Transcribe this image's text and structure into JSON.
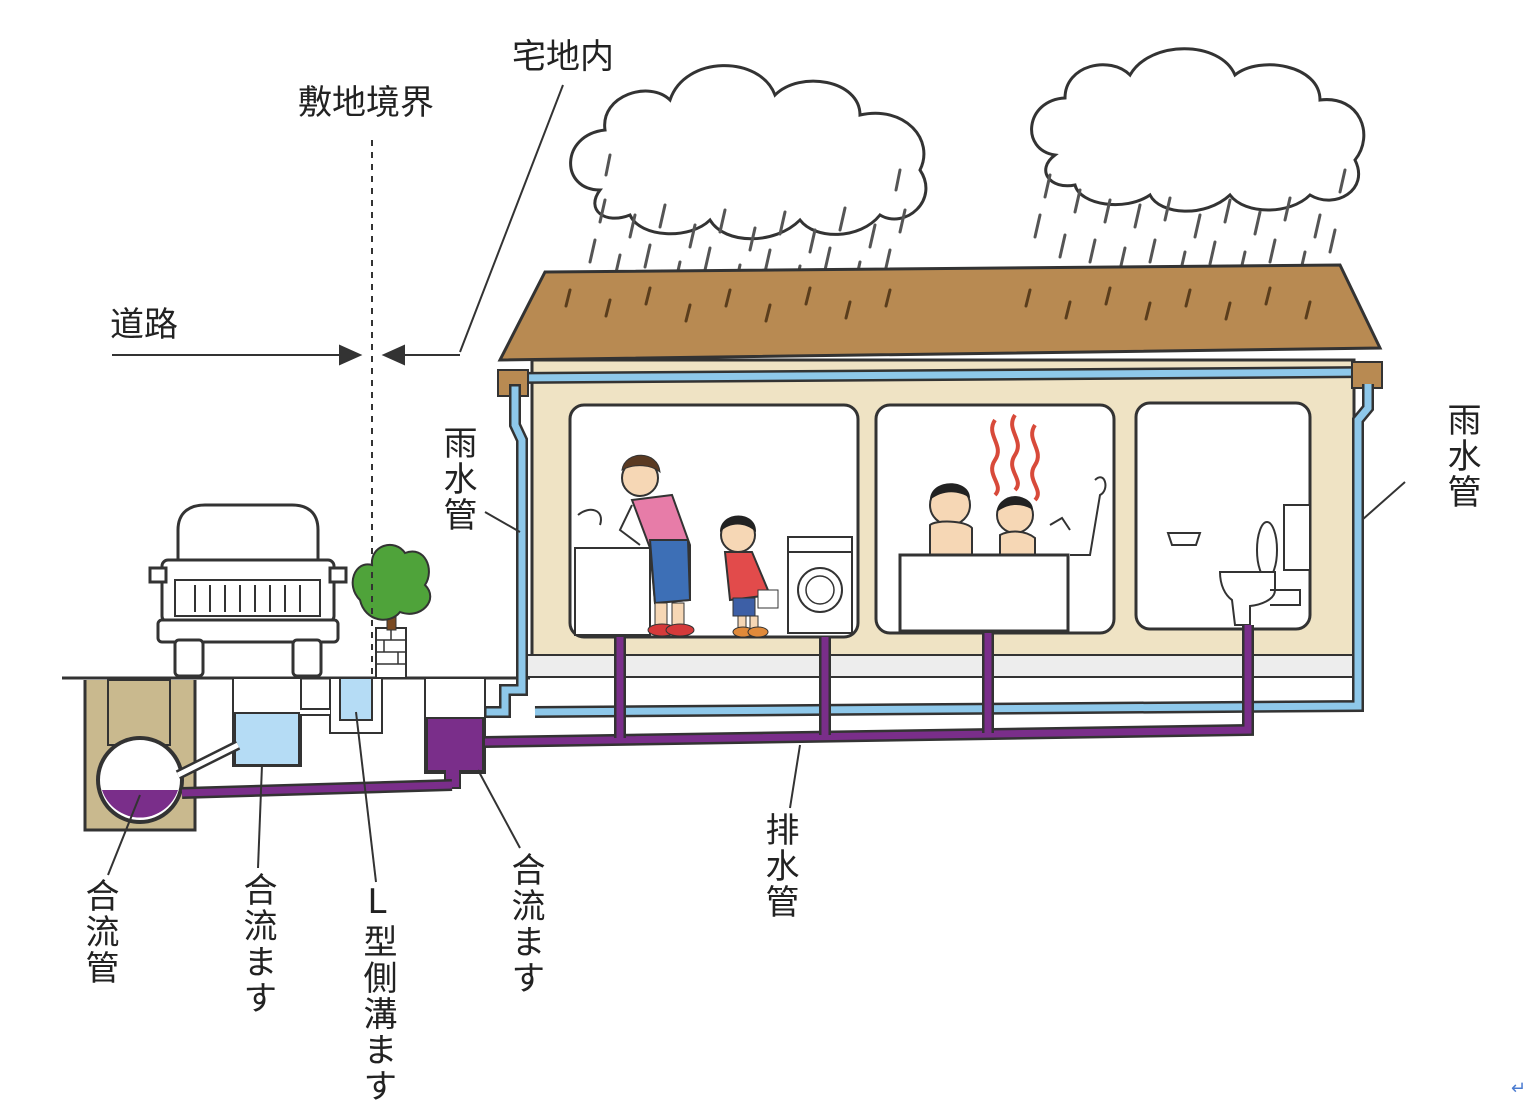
{
  "labels": {
    "site_boundary": "敷地境界",
    "on_premises": "宅地内",
    "road": "道路",
    "rain_pipe_left": "雨水管",
    "rain_pipe_right": "雨水管",
    "combined_sewer": "合流管",
    "combined_basin_road": "合流ます",
    "l_gutter_basin": "L型側溝ます",
    "combined_basin_site": "合流ます",
    "drain_pipe": "排水管"
  },
  "colors": {
    "roof": "#B88A52",
    "wall": "#EFE3C4",
    "rain_pipe": "#8EC8EA",
    "drain_pipe": "#7A2E8A",
    "basin_water": "#B5DCF5",
    "manhole": "#C9B98E"
  }
}
